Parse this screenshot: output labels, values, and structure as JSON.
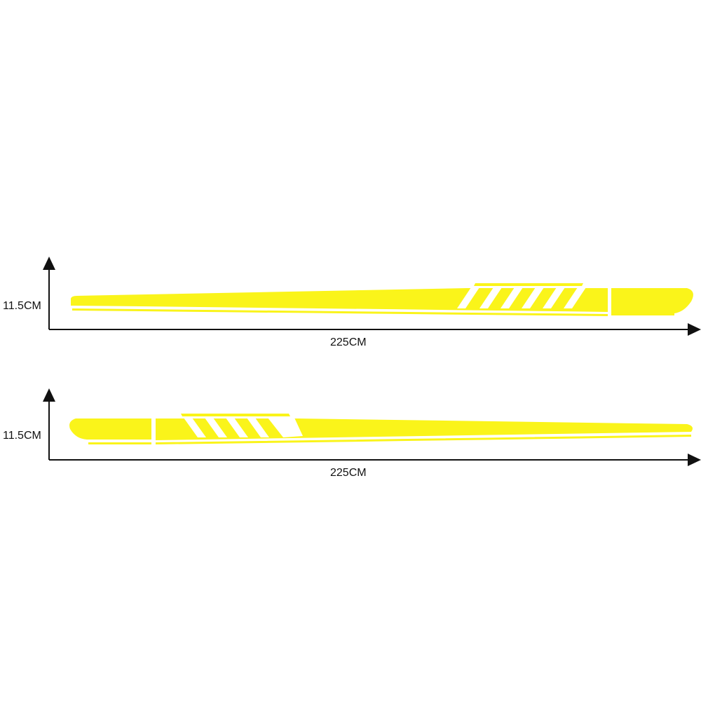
{
  "stickers": [
    {
      "orientation": "right",
      "height_label": "11.5CM",
      "width_label": "225CM"
    },
    {
      "orientation": "left",
      "height_label": "11.5CM",
      "width_label": "225CM"
    }
  ],
  "colors": {
    "sticker": "#FAF41A",
    "axis": "#111111",
    "background": "#FFFFFF"
  }
}
